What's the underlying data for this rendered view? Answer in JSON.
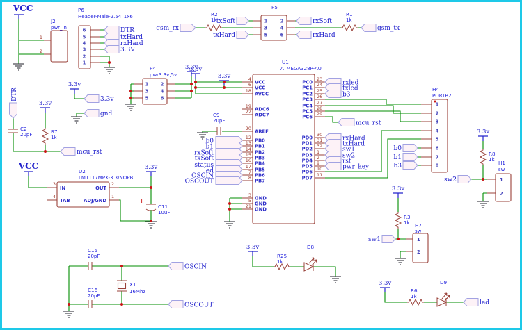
{
  "colors": {
    "canvas_border": "#1ec9e8",
    "wire": "#008c00",
    "component_outline": "#9a423a",
    "label_blue": "#2323dd",
    "flag_fill": "#fdf2f7",
    "flag_stroke": "#a2a2e2",
    "junction": "#c91414",
    "ground": "#4c4c55",
    "power": "#2424cc"
  },
  "power": {
    "vcc": "VCC",
    "v33": "3.3v"
  },
  "nets": {
    "dtr": "DTR",
    "txhard": "txHard",
    "rxhard": "rxHard",
    "v33cap": "3.3V",
    "gsm_rx": "gsm_rx",
    "gsm_tx": "gsm_tx",
    "txsoft": "txSoft",
    "rxsoft": "rxSoft",
    "gnd": "gnd",
    "mcu_rst": "mcu_rst",
    "b0": "b0",
    "b1": "b1",
    "b3": "b3",
    "status": "status",
    "led": "led",
    "oscin": "OSCIN",
    "oscout": "OSCOUT",
    "rxled": "rxled",
    "txled": "txled",
    "sw1": "sw1",
    "sw2": "sw2",
    "rst": "rst",
    "pwr_key": "pwr_key",
    "colon": ":"
  },
  "parts": {
    "j2": {
      "ref": "J2",
      "val": "pwr_in",
      "p1": "1",
      "p2": "2"
    },
    "p6": {
      "ref": "P6",
      "val": "Header-Male-2.54_1x6",
      "pins": [
        "6",
        "5",
        "4",
        "3",
        "2",
        "1"
      ]
    },
    "p5": {
      "ref": "P5",
      "pins": [
        "1",
        "2",
        "3",
        "4",
        "5",
        "6"
      ]
    },
    "p4": {
      "ref": "P4",
      "val": "pwr3.3v,5v",
      "pins": [
        "1",
        "2",
        "3",
        "4",
        "5",
        "6"
      ]
    },
    "r1": {
      "ref": "R1",
      "val": "1k"
    },
    "r2": {
      "ref": "R2",
      "val": "1k"
    },
    "r3": {
      "ref": "R3",
      "val": "1k"
    },
    "r6": {
      "ref": "R6",
      "val": "1k"
    },
    "r7": {
      "ref": "R7",
      "val": "1k"
    },
    "r8": {
      "ref": "R8",
      "val": "1k"
    },
    "r25": {
      "ref": "R25",
      "val": "1k"
    },
    "c2": {
      "ref": "C2",
      "val": "20pF"
    },
    "c9": {
      "ref": "C9",
      "val": "20pF"
    },
    "c11": {
      "ref": "C11",
      "val": "10uF",
      "plus": "+"
    },
    "c15": {
      "ref": "C15",
      "val": "20pF"
    },
    "c16": {
      "ref": "C16",
      "val": "20pF"
    },
    "x1": {
      "ref": "X1",
      "val": "16Mhz"
    },
    "d8": {
      "ref": "D8"
    },
    "d9": {
      "ref": "D9"
    },
    "u2": {
      "ref": "U2",
      "val": "LM1117MPX-3.3/NOPB",
      "in": "IN",
      "out": "OUT",
      "tab": "TAB",
      "adj": "ADJ/GND",
      "n3": "3",
      "n4": "4",
      "n2": "2",
      "n1": "1"
    },
    "u1": {
      "ref": "U1",
      "val": "ATMEGA328P-AU",
      "lp": [
        {
          "n": "4",
          "t": "VCC"
        },
        {
          "n": "6",
          "t": "VCC"
        },
        {
          "n": "18",
          "t": "AVCC"
        },
        {
          "n": "19",
          "t": "ADC6"
        },
        {
          "n": "22",
          "t": "ADC7"
        },
        {
          "n": "20",
          "t": "AREF"
        },
        {
          "n": "12",
          "t": "PB0"
        },
        {
          "n": "13",
          "t": "PB1"
        },
        {
          "n": "14",
          "t": "PB2"
        },
        {
          "n": "15",
          "t": "PB3"
        },
        {
          "n": "16",
          "t": "PB4"
        },
        {
          "n": "17",
          "t": "PB5"
        },
        {
          "n": "7",
          "t": "PB6"
        },
        {
          "n": "8",
          "t": "PB7"
        },
        {
          "n": "3",
          "t": "GND"
        },
        {
          "n": "5",
          "t": "GND"
        },
        {
          "n": "21",
          "t": "GND"
        }
      ],
      "rp": [
        {
          "t": "PC0",
          "n": "23"
        },
        {
          "t": "PC1",
          "n": "24"
        },
        {
          "t": "PC2",
          "n": "25"
        },
        {
          "t": "PC3",
          "n": "26"
        },
        {
          "t": "PC4",
          "n": "27"
        },
        {
          "t": "PC5",
          "n": "28"
        },
        {
          "t": "PC6",
          "n": "29"
        },
        {
          "t": "PD0",
          "n": "30"
        },
        {
          "t": "PD1",
          "n": "31"
        },
        {
          "t": "PD2",
          "n": "32"
        },
        {
          "t": "PD3",
          "n": "1"
        },
        {
          "t": "PD4",
          "n": "2"
        },
        {
          "t": "PD5",
          "n": "9"
        },
        {
          "t": "PD6",
          "n": "10"
        },
        {
          "t": "PD7",
          "n": "11"
        }
      ]
    },
    "h4": {
      "ref": "H4",
      "val": "PORTB2",
      "pins": [
        "1",
        "2",
        "3",
        "4",
        "5",
        "6",
        "7",
        "8"
      ]
    },
    "h1": {
      "ref": "H1",
      "val": "sw",
      "p1": "1",
      "p2": "2"
    },
    "h7": {
      "ref": "H7",
      "val": "sw",
      "p1": "1",
      "p2": "2"
    }
  }
}
